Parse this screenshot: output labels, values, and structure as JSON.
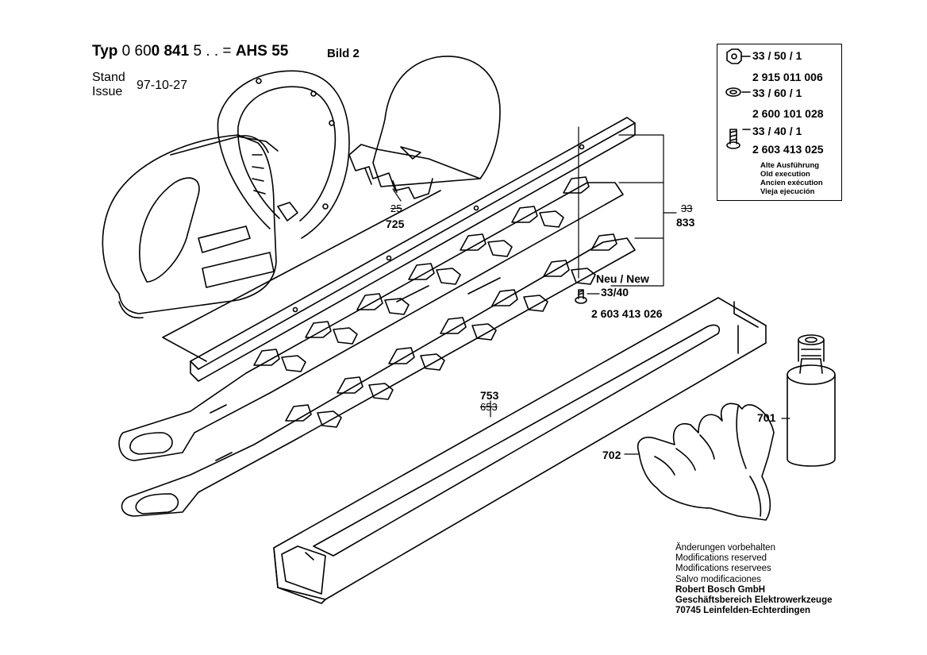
{
  "header": {
    "typ_label": "Typ",
    "typ_prefix": "0 60",
    "typ_bold": "0 841",
    "typ_suffix": "5 . . =",
    "model": "AHS 55",
    "bild": "Bild 2",
    "stand_label": "Stand",
    "issue_label": "Issue",
    "date": "97-10-27"
  },
  "legend": {
    "row1_ref": "33 / 50 / 1",
    "row1_part": "2 915 011 006",
    "row2_ref": "33 / 60 / 1",
    "row2_part": "2 600 101 028",
    "row3_ref": "33 / 40 / 1",
    "row3_part": "2 603 413 025",
    "note_de": "Alte Ausführung",
    "note_en": "Old execution",
    "note_fr": "Ancien exécution",
    "note_es": "Vieja ejecución"
  },
  "callouts": {
    "guard_old": "25",
    "guard_new": "725",
    "blade_old": "33",
    "blade_new": "833",
    "neu_new": "Neu / New",
    "screw_ref": "33/40",
    "screw_part": "2 603 413 026",
    "sheath_new": "753",
    "sheath_old": "653",
    "oil": "701",
    "glove": "702"
  },
  "footer": {
    "line1": "Änderungen vorbehalten",
    "line2": "Modifications reserved",
    "line3": "Modifications reservees",
    "line4": "Salvo modificaciones",
    "company": "Robert Bosch GmbH",
    "division": "Geschäftsbereich Elektrowerkzeuge",
    "address": "70745 Leinfelden-Echterdingen"
  }
}
